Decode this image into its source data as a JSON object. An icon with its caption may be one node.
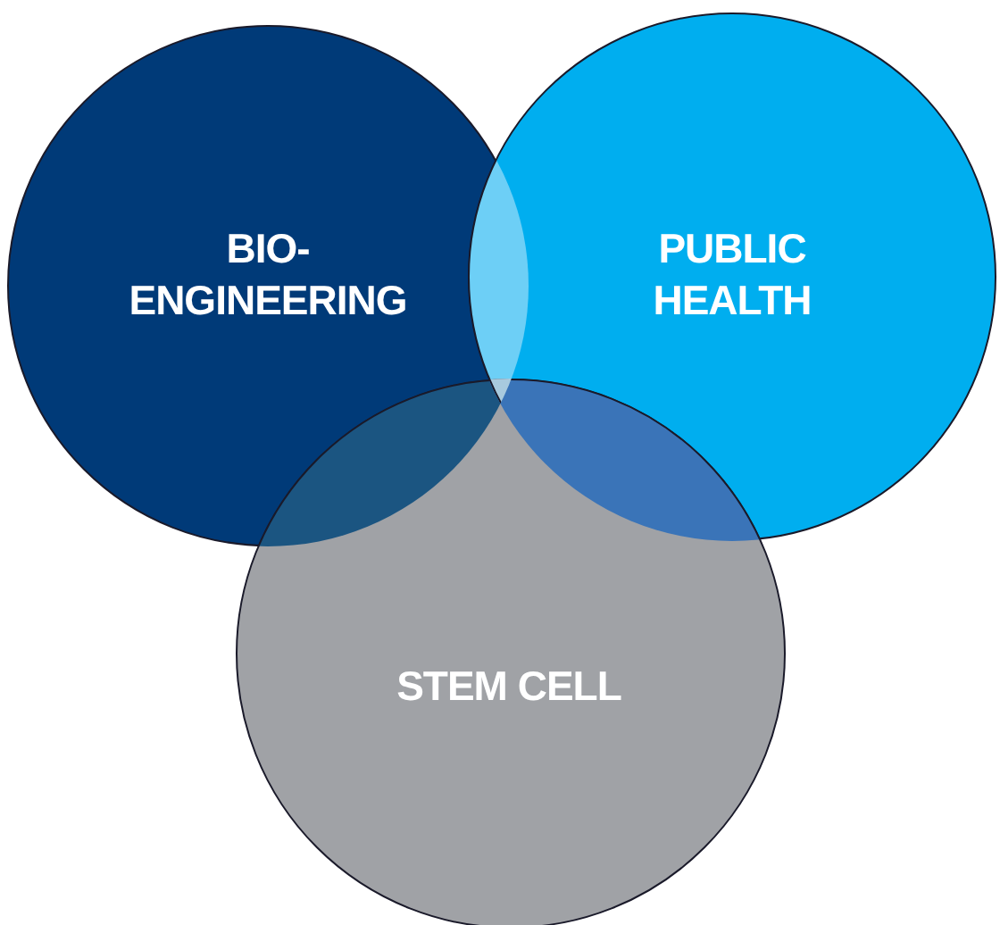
{
  "diagram": {
    "nodes": [
      {
        "text": [
          "BIO- ENGINEERING"
        ]
      },
      {
        "text": [
          "PUBLIC HEALTH"
        ]
      },
      {
        "text": [
          "STEM CELL"
        ]
      }
    ],
    "edges": []
  }
}
